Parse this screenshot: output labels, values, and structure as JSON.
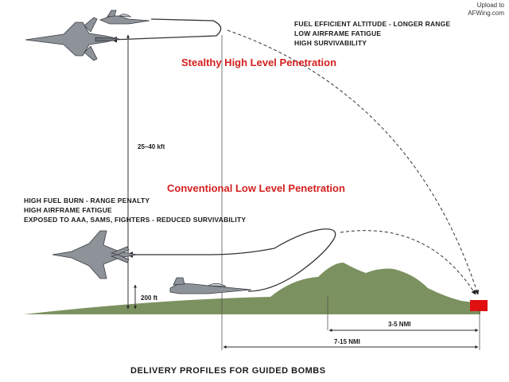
{
  "watermark": {
    "line1": "Upload to",
    "line2": "AFWing.com"
  },
  "high_profile": {
    "title": "Stealthy High Level Penetration",
    "notes": [
      "FUEL EFFICIENT ALTITUDE  - LONGER RANGE",
      "LOW AIRFRAME FATIGUE",
      "HIGH SURVIVABILITY"
    ]
  },
  "low_profile": {
    "title": "Conventional Low Level Penetration",
    "notes": [
      "HIGH FUEL BURN - RANGE PENALTY",
      "HIGH AIRFRAME FATIGUE",
      "EXPOSED TO AAA, SAMS, FIGHTERS - REDUCED SURVIVABILITY"
    ]
  },
  "dimensions": {
    "altitude_high": "25–40 kft",
    "altitude_low": "200 ft",
    "range_short": "3-5 NMI",
    "range_long": "7-15 NMI"
  },
  "footer": {
    "caption": "DELIVERY PROFILES FOR GUIDED BOMBS"
  },
  "colors": {
    "terrain": "#7c9160",
    "target": "#e01010",
    "heading": "#d42020",
    "aircraft": "#8e9299",
    "line": "#333333"
  }
}
